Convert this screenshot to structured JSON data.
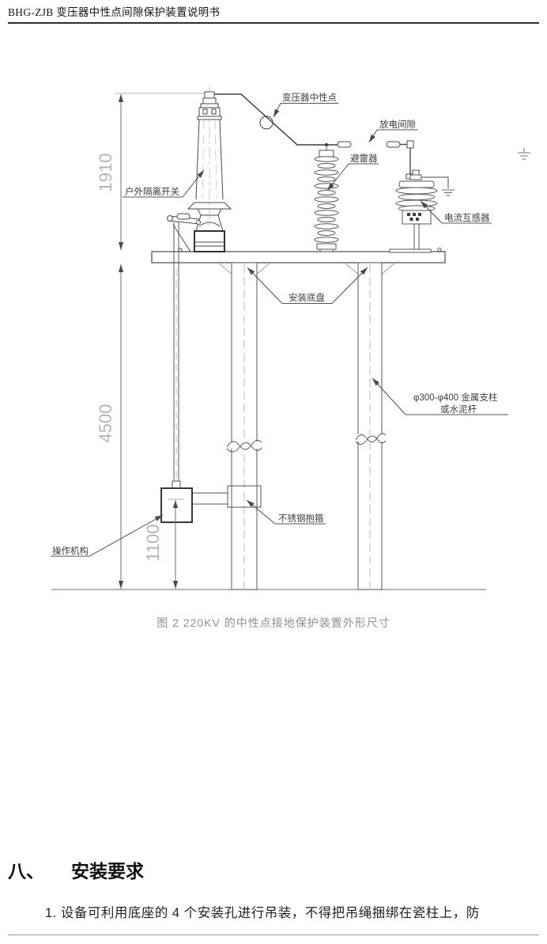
{
  "page": {
    "header_title": "BHG-ZJB 变压器中性点间隙保护装置说明书",
    "figure_caption": "图 2   220KV 的中性点接地保护装置外形尺寸",
    "section_number": "八、",
    "section_title": "安装要求",
    "body_item": "1. 设备可利用底座的 4 个安装孔进行吊装，不得把吊绳捆绑在瓷柱上，防"
  },
  "diagram": {
    "labels": {
      "transformer_neutral": "变压器中性点",
      "discharge_gap": "放电间隙",
      "arrester": "避雷器",
      "outdoor_disconnect": "户外隔离开关",
      "current_transformer": "电流互感器",
      "mounting_base": "安装底盘",
      "support_column_line1": "φ300-φ400  金属支柱",
      "support_column_line2": "或水泥杆",
      "hoop_clamp": "不锈钢抱箍",
      "operating_mechanism": "操作机构"
    },
    "dimensions": {
      "upper_height": "1910",
      "column_height": "4500",
      "mechanism_height": "1100"
    }
  },
  "colors": {
    "line": "#4a4a4a",
    "dim_text": "#b5b5b5",
    "label_text": "#3d3d3d",
    "caption_text": "#8f8f8f",
    "body_text": "#1f1f1f"
  }
}
